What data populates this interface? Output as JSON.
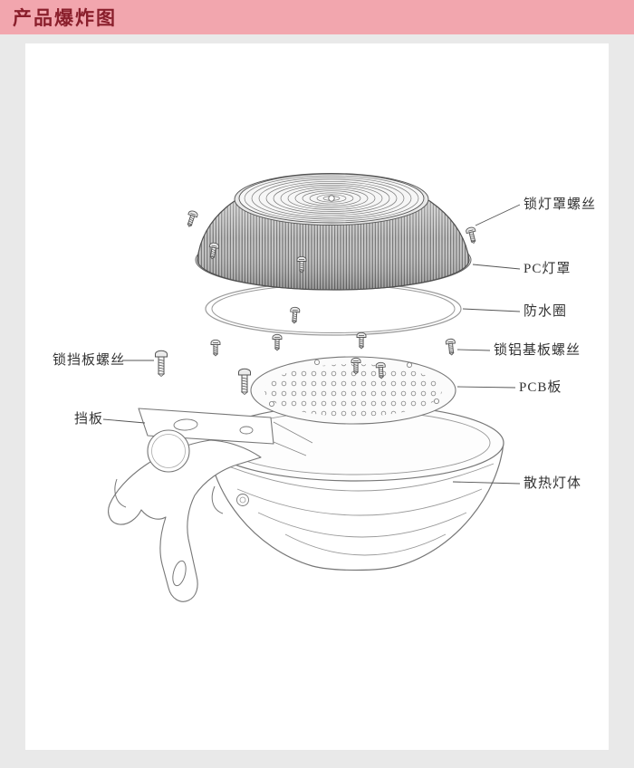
{
  "header": {
    "title": "产品爆炸图"
  },
  "labels": {
    "right": [
      {
        "id": "lock-lamp-cover-screws",
        "text": "锁灯罩螺丝"
      },
      {
        "id": "pc-lamp-cover",
        "text": "PC灯罩"
      },
      {
        "id": "waterproof-ring",
        "text": "防水圈"
      },
      {
        "id": "lock-pcb-screws",
        "text": "锁铝基板螺丝"
      },
      {
        "id": "pcb-board",
        "text": "PCB板"
      },
      {
        "id": "heatsink-lamp-body",
        "text": "散热灯体"
      }
    ],
    "left": [
      {
        "id": "lock-baffle-screws",
        "text": "锁挡板螺丝"
      },
      {
        "id": "baffle",
        "text": "挡板"
      }
    ]
  },
  "colors": {
    "header_bg": "#f2a6ae",
    "header_text": "#8a1f2c",
    "page_bg": "#e9e9e9",
    "panel_bg": "#ffffff",
    "line": "#555555"
  }
}
